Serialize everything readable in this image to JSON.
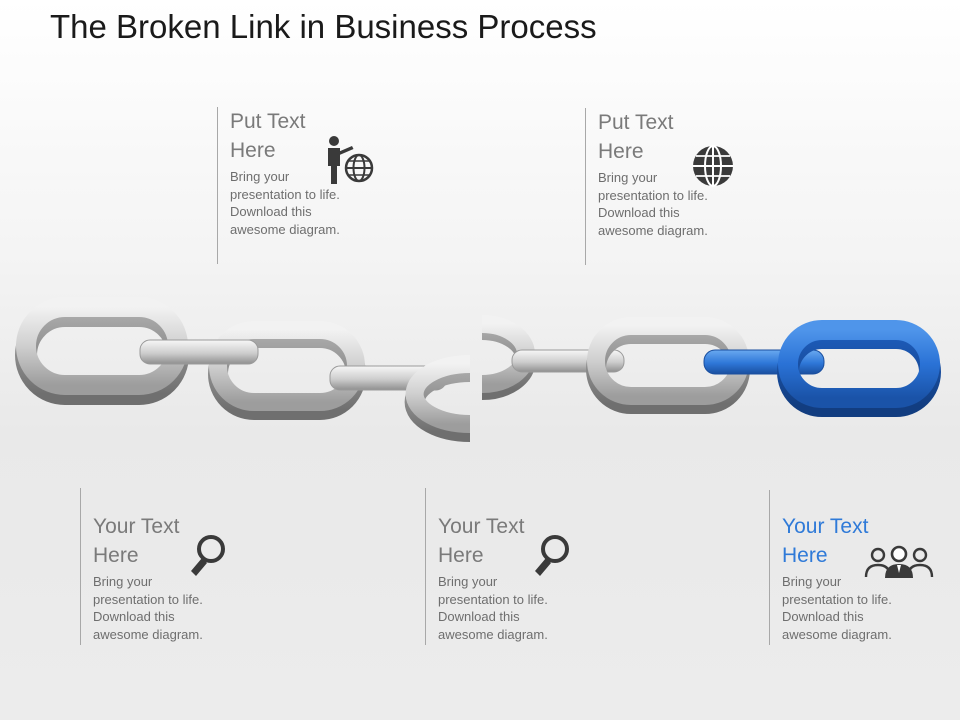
{
  "title": "The Broken Link in Business Process",
  "colors": {
    "accent": "#2f7ad8",
    "chain_gray": "#b5b5b5",
    "chain_blue": "#2466c9"
  },
  "top_blocks": [
    {
      "heading_line1": "Put Text",
      "heading_line2": "Here",
      "body": [
        "Bring your",
        "presentation to life.",
        "Download this",
        "awesome diagram."
      ],
      "icon": "presenter-globe-icon"
    },
    {
      "heading_line1": "Put Text",
      "heading_line2": "Here",
      "body": [
        "Bring your",
        "presentation to life.",
        "Download this",
        "awesome diagram."
      ],
      "icon": "globe-icon"
    }
  ],
  "bottom_blocks": [
    {
      "heading_line1": "Your Text",
      "heading_line2": "Here",
      "body": [
        "Bring your",
        "presentation to life.",
        "Download this",
        "awesome diagram."
      ],
      "icon": "magnifier-icon"
    },
    {
      "heading_line1": "Your Text",
      "heading_line2": "Here",
      "body": [
        "Bring your",
        "presentation to life.",
        "Download this",
        "awesome diagram."
      ],
      "icon": "magnifier-icon"
    },
    {
      "heading_line1": "Your Text",
      "heading_line2": "Here",
      "body": [
        "Bring your",
        "presentation to life.",
        "Download this",
        "awesome diagram."
      ],
      "icon": "team-icon"
    }
  ]
}
